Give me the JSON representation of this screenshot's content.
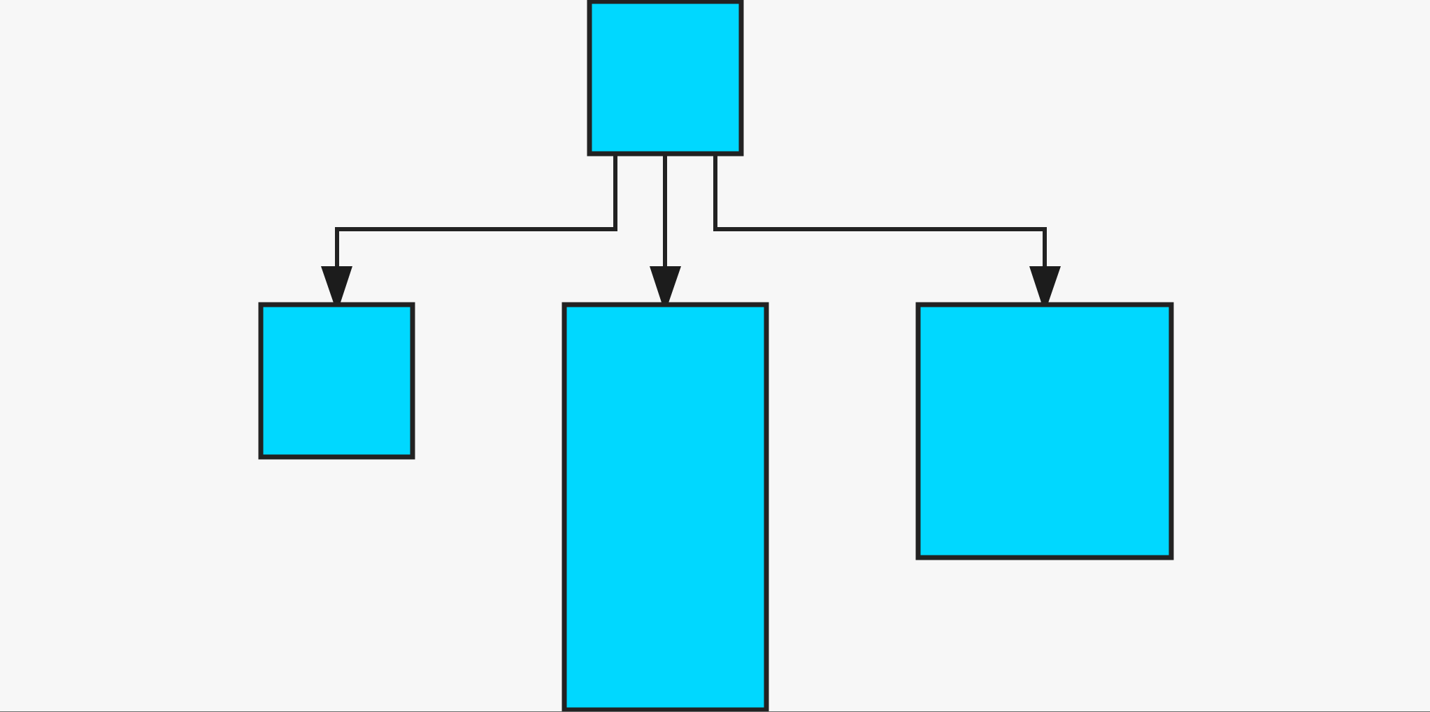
{
  "diagram": {
    "type": "tree",
    "nodes": [
      {
        "id": "root",
        "label": ""
      },
      {
        "id": "child-left",
        "label": ""
      },
      {
        "id": "child-center",
        "label": ""
      },
      {
        "id": "child-right",
        "label": ""
      }
    ],
    "edges": [
      {
        "from": "root",
        "to": "child-left"
      },
      {
        "from": "root",
        "to": "child-center"
      },
      {
        "from": "root",
        "to": "child-right"
      }
    ]
  },
  "colors": {
    "background": "#f7f7f7",
    "node_fill": "#00d8ff",
    "node_stroke": "#222222",
    "edge_stroke": "#222222",
    "arrowhead_fill": "#1c1c1c",
    "bottom_rule": "#6a6a6a"
  }
}
